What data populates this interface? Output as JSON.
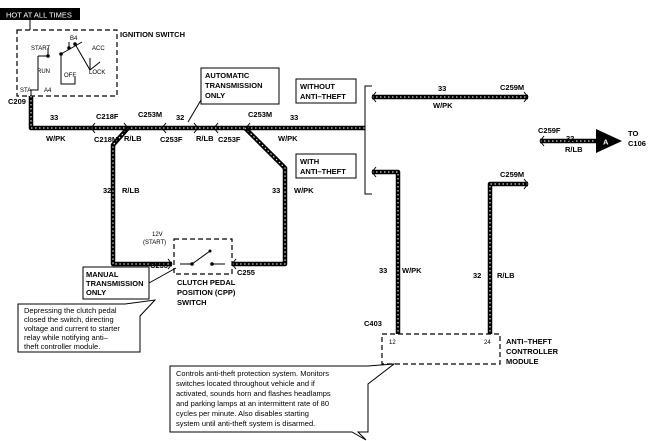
{
  "hot_label": "HOT AT ALL TIMES",
  "ignition": {
    "title": "IGNITION SWITCH",
    "start": "START",
    "b4": "B4",
    "acc": "ACC",
    "run": "RUN",
    "off": "OFF",
    "lock": "LOCK",
    "sta": "STA",
    "a4": "A4"
  },
  "connectors": {
    "c209": "C209",
    "c218f": "C218F",
    "c218m": "C218M",
    "c253m_a": "C253M",
    "c253f_a": "C253F",
    "c253f_b": "C253F",
    "c253m_b": "C253M",
    "c259m_top": "C259M",
    "c259f": "C259F",
    "c259m_mid": "C259M",
    "c255_left": "C255",
    "c255_right": "C255",
    "c403": "C403"
  },
  "wires": {
    "w1_num": "33",
    "w1_color": "W/PK",
    "w2_num": "32",
    "w2_color": "R/LB",
    "w3_num": "32",
    "w3_color": "R/LB",
    "w4_num": "33",
    "w4_color": "W/PK",
    "w5_num": "32",
    "w5_color": "R/LB",
    "w6_num": "33",
    "w6_color": "W/PK",
    "w7_num": "33",
    "w7_color": "W/PK",
    "w8_num": "32",
    "w8_color": "R/LB",
    "w9_num": "33",
    "w9_color": "W/PK",
    "w10_num": "32",
    "w10_color": "R/LB"
  },
  "labels": {
    "auto_line1": "AUTOMATIC",
    "auto_line2": "TRANSMISSION",
    "auto_line3": "ONLY",
    "without_line1": "WITHOUT",
    "without_line2": "ANTI–THEFT",
    "with_line1": "WITH",
    "with_line2": "ANTI–THEFT",
    "manual_line1": "MANUAL",
    "manual_line2": "TRANSMISSION",
    "manual_line3": "ONLY",
    "to_label": "TO",
    "to_target": "C106",
    "arrow_letter": "A"
  },
  "cpp": {
    "voltage": "12V",
    "start": "(START)",
    "title_line1": "CLUTCH PEDAL",
    "title_line2": "POSITION (CPP)",
    "title_line3": "SWITCH"
  },
  "module": {
    "pin_left": "12",
    "pin_right": "24",
    "title_line1": "ANTI–THEFT",
    "title_line2": "CONTROLLER",
    "title_line3": "MODULE"
  },
  "notes": {
    "clutch": [
      "Depressing the clutch pedal",
      "closed the switch, directing",
      "voltage and current to starter",
      "relay while notifying anti–",
      "theft controller module."
    ],
    "module": [
      "Controls anti-theft protection system.  Monitors",
      "switches located throughout vehicle and if",
      "activated, sounds horn and flashes headlamps",
      "and parking lamps at an intermittent rate of 80",
      "cycles per minute.  Also disables starting",
      "system until anti-theft system is disarmed."
    ]
  }
}
